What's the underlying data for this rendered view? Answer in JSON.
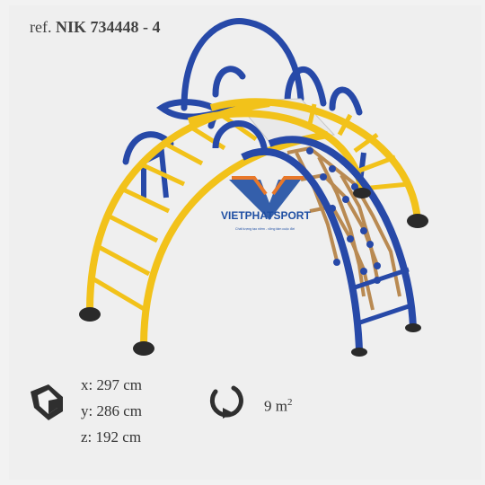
{
  "header": {
    "ref_prefix": "ref.",
    "ref_code": "NIK 734448 - 4"
  },
  "logo": {
    "brand": "VIETPHATSPORT",
    "tagline": "Chất lượng tạo niềm - vững tâm cuộc đời",
    "colors": {
      "blue": "#1f4fa3",
      "orange": "#e8782a"
    }
  },
  "product": {
    "colors": {
      "yellow": "#f2c21a",
      "blue": "#2749a8",
      "rope": "#b98a52",
      "deck": "#e9e9e9",
      "base": "#2a2a2a"
    }
  },
  "specs": {
    "dims_icon": "box-dimensions-icon",
    "x": "x: 297 cm",
    "y": "y: 286 cm",
    "z": "z: 192 cm",
    "rotation_icon": "rotate-arrow-icon",
    "area_value": "9 m",
    "area_unit_exp": "2"
  }
}
